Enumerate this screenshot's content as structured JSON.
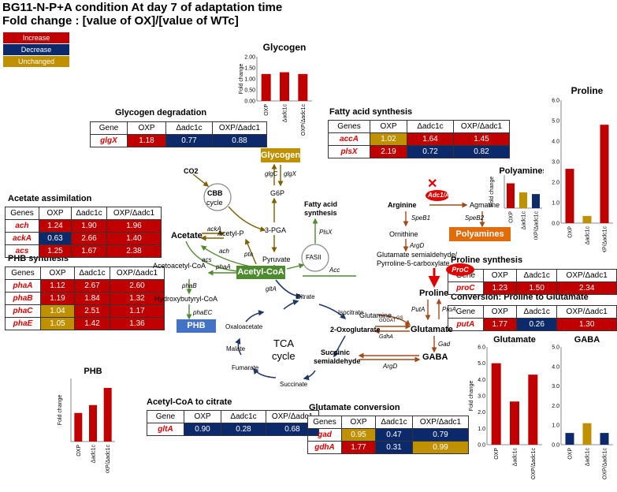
{
  "title_line1": "BG11-N-P+A condition At day 7 of adaptation time",
  "title_line2": "Fold change : [value of OX]/[value of WTc]",
  "legend": {
    "increase": "Increase",
    "decrease": "Decrease",
    "unchanged": "Unchanged"
  },
  "colors": {
    "increase": "#c00000",
    "decrease": "#0c2a6b",
    "unchanged": "#bf9000",
    "green": "#4e8a2e",
    "arrow_olive": "#7f6000",
    "arrow_blue": "#1f3864",
    "arrow_orange": "#a04b1a",
    "proc_red": "#e00000"
  },
  "tables": {
    "glycogen_degradation": {
      "title": "Glycogen degradation",
      "headers": [
        "Gene",
        "OXP",
        "Δadc1c",
        "OXP/Δadc1"
      ],
      "rows": [
        [
          "glgX",
          "1.18",
          "0.77",
          "0.88"
        ]
      ],
      "status": [
        [
          "inc",
          "dec",
          "dec"
        ]
      ]
    },
    "fatty_acid": {
      "title": "Fatty acid synthesis",
      "headers": [
        "Genes",
        "OXP",
        "Δadc1c",
        "OXP/Δadc1"
      ],
      "rows": [
        [
          "accA",
          "1.02",
          "1.64",
          "1.45"
        ],
        [
          "plsX",
          "2.19",
          "0.72",
          "0.82"
        ]
      ],
      "status": [
        [
          "unc",
          "inc",
          "inc"
        ],
        [
          "inc",
          "dec",
          "dec"
        ]
      ]
    },
    "acetate": {
      "title": "Acetate assimilation",
      "headers": [
        "Genes",
        "OXP",
        "Δadc1c",
        "OXP/Δadc1"
      ],
      "rows": [
        [
          "ach",
          "1.24",
          "1.90",
          "1.96"
        ],
        [
          "ackA",
          "0.63",
          "2.66",
          "1.40"
        ],
        [
          "acs",
          "1.25",
          "1.67",
          "2.38"
        ]
      ],
      "status": [
        [
          "inc",
          "inc",
          "inc"
        ],
        [
          "dec",
          "inc",
          "inc"
        ],
        [
          "inc",
          "inc",
          "inc"
        ]
      ]
    },
    "phb": {
      "title": "PHB synthesis",
      "headers": [
        "Genes",
        "OXP",
        "Δadc1c",
        "OXP/Δadc1"
      ],
      "rows": [
        [
          "phaA",
          "1.12",
          "2.67",
          "2.60"
        ],
        [
          "phaB",
          "1.19",
          "1.84",
          "1.32"
        ],
        [
          "phaC",
          "1.04",
          "2.51",
          "1.17"
        ],
        [
          "phaE",
          "1.05",
          "1.42",
          "1.36"
        ]
      ],
      "status": [
        [
          "inc",
          "inc",
          "inc"
        ],
        [
          "inc",
          "inc",
          "inc"
        ],
        [
          "unc",
          "inc",
          "inc"
        ],
        [
          "unc",
          "inc",
          "inc"
        ]
      ]
    },
    "proline_synth": {
      "title": "Proline synthesis",
      "headers": [
        "Gene",
        "OXP",
        "Δadc1c",
        "OXP/Δadc1"
      ],
      "rows": [
        [
          "proC",
          "1.23",
          "1.50",
          "2.34"
        ]
      ],
      "status": [
        [
          "inc",
          "inc",
          "inc"
        ]
      ]
    },
    "proline_to_glu": {
      "title": "Conversion: Proline to Glutamate",
      "headers": [
        "Gene",
        "OXP",
        "Δadc1c",
        "OXP/Δadc1"
      ],
      "rows": [
        [
          "putA",
          "1.77",
          "0.26",
          "1.30"
        ]
      ],
      "status": [
        [
          "inc",
          "dec",
          "inc"
        ]
      ]
    },
    "acetyl_to_citrate": {
      "title": "Acetyl-CoA to citrate",
      "headers": [
        "Gene",
        "OXP",
        "Δadc1c",
        "OXP/Δadc1"
      ],
      "rows": [
        [
          "gltA",
          "0.90",
          "0.28",
          "0.68"
        ]
      ],
      "status": [
        [
          "dec",
          "dec",
          "dec"
        ]
      ]
    },
    "glutamate_conv": {
      "title": "Glutamate conversion",
      "headers": [
        "Genes",
        "OXP",
        "Δadc1c",
        "OXP/Δadc1"
      ],
      "rows": [
        [
          "gad",
          "0.95",
          "0.47",
          "0.79"
        ],
        [
          "gdhA",
          "1.77",
          "0.31",
          "0.99"
        ]
      ],
      "status": [
        [
          "unc",
          "dec",
          "dec"
        ],
        [
          "inc",
          "dec",
          "unc"
        ]
      ]
    }
  },
  "chart_data": [
    {
      "type": "bar",
      "title": "Glycogen",
      "ylabel": "Fold change",
      "categories": [
        "OXP",
        "Δadc1c",
        "OXP/Δadc1c"
      ],
      "values": [
        1.22,
        1.3,
        1.22
      ],
      "ylim": [
        0,
        2
      ],
      "yticks": [
        "0.00",
        "0.50",
        "1.00",
        "1.50",
        "2.00"
      ],
      "bar_colors": [
        "#c00000",
        "#c00000",
        "#c00000"
      ]
    },
    {
      "type": "bar",
      "title": "Proline",
      "ylabel": "",
      "categories": [
        "OXP",
        "Δadc1c",
        "OXP/Δadc1c"
      ],
      "values": [
        2.65,
        0.35,
        4.8
      ],
      "ylim": [
        0,
        6
      ],
      "yticks": [
        "0.0",
        "1.0",
        "2.0",
        "3.0",
        "4.0",
        "5.0",
        "6.0"
      ],
      "bar_colors": [
        "#c00000",
        "#bf9000",
        "#c00000"
      ]
    },
    {
      "type": "bar",
      "title": "Polyamines",
      "ylabel": "Fold change",
      "categories": [
        "OXP",
        "Δadc1c",
        "OXP/Δadc1c"
      ],
      "values": [
        1.5,
        0.95,
        0.85
      ],
      "ylim": [
        0,
        2
      ],
      "yticks": [],
      "bar_colors": [
        "#c00000",
        "#bf9000",
        "#0c2a6b"
      ]
    },
    {
      "type": "bar",
      "title": "PHB",
      "ylabel": "Fold change",
      "categories": [
        "OXP",
        "Δadc1c",
        "OXP/Δadc1c"
      ],
      "values": [
        1.45,
        1.85,
        2.72
      ],
      "ylim": [
        0,
        3.2
      ],
      "yticks": [],
      "bar_colors": [
        "#c00000",
        "#c00000",
        "#c00000"
      ]
    },
    {
      "type": "bar",
      "title": "Glutamate",
      "ylabel": "Fold change",
      "categories": [
        "OXP",
        "Δadc1c",
        "OXP/Δadc1c"
      ],
      "values": [
        5.0,
        2.65,
        4.3
      ],
      "ylim": [
        0,
        6
      ],
      "yticks": [
        "0.0",
        "1.0",
        "2.0",
        "3.0",
        "4.0",
        "5.0",
        "6.0"
      ],
      "bar_colors": [
        "#c00000",
        "#c00000",
        "#c00000"
      ]
    },
    {
      "type": "bar",
      "title": "GABA",
      "ylabel": "",
      "categories": [
        "OXP",
        "Δadc1c",
        "OXP/Δadc1c"
      ],
      "values": [
        0.6,
        1.1,
        0.6
      ],
      "ylim": [
        0,
        5
      ],
      "yticks": [
        "0.0",
        "1.0",
        "2.0",
        "3.0",
        "4.0",
        "5.0"
      ],
      "bar_colors": [
        "#0c2a6b",
        "#bf9000",
        "#0c2a6b"
      ]
    }
  ],
  "pathway": {
    "co2": "CO2",
    "cbb": "CBB",
    "cycle": "cycle",
    "three_pga": "3-PGA",
    "g6p": "G6P",
    "glycogen": "Glycogen",
    "glgC": "glgC",
    "glgX": "glgX",
    "pyruvate": "Pyruvate",
    "acetyl_p": "Acetyl-P",
    "acetate": "Acetate",
    "ackA": "ackA",
    "ach": "ach",
    "acs": "acs",
    "pta": "pta",
    "acetyl_coa": "Acetyl-CoA",
    "fasii": "FASII",
    "fatty_acid": "Fatty acid",
    "synthesis": "synthesis",
    "plsX": "PlsX",
    "acc": "Acc",
    "acetoacetyl": "Acetoacetyl-CoA",
    "phaA": "phaA",
    "phaB": "phaB",
    "hydroxy": "Hydroxybutyryl-CoA",
    "phaEC": "phaEC",
    "phb": "PHB",
    "gltA": "gltA",
    "citrate": "Citrate",
    "isocitrate": "Isocitrate",
    "oxaloacetate": "Oxaloacetate",
    "malate": "Malate",
    "fumarate": "Fumarate",
    "succinate": "Succinate",
    "tca1": "TCA",
    "tca2": "cycle",
    "oxoglutarate": "2-Oxoglutarate",
    "succinic1": "Succinic",
    "succinic2": "semialdehyde",
    "glutamine": "Glutamine",
    "gogat": "GOGAT",
    "gs": "GS",
    "gdhA": "GdhA",
    "glutamate": "Glutamate",
    "gad": "Gad",
    "gaba": "GABA",
    "argD1": "ArgD",
    "argD2": "ArgD",
    "arginine": "Arginine",
    "adc": "Adc1/Adc2",
    "agmatine": "Agmatine",
    "speB1": "SpeB1",
    "speB2": "SpeB2",
    "polyamines": "Polyamines",
    "ornithine": "Ornithine",
    "gsa1": "Glutamate semialdehyde/",
    "gsa2": "Pyrroline-5-carboxylate",
    "proC": "ProC",
    "proline": "Proline",
    "putA": "PutA",
    "proA": "ProA",
    "cross": "✕"
  }
}
